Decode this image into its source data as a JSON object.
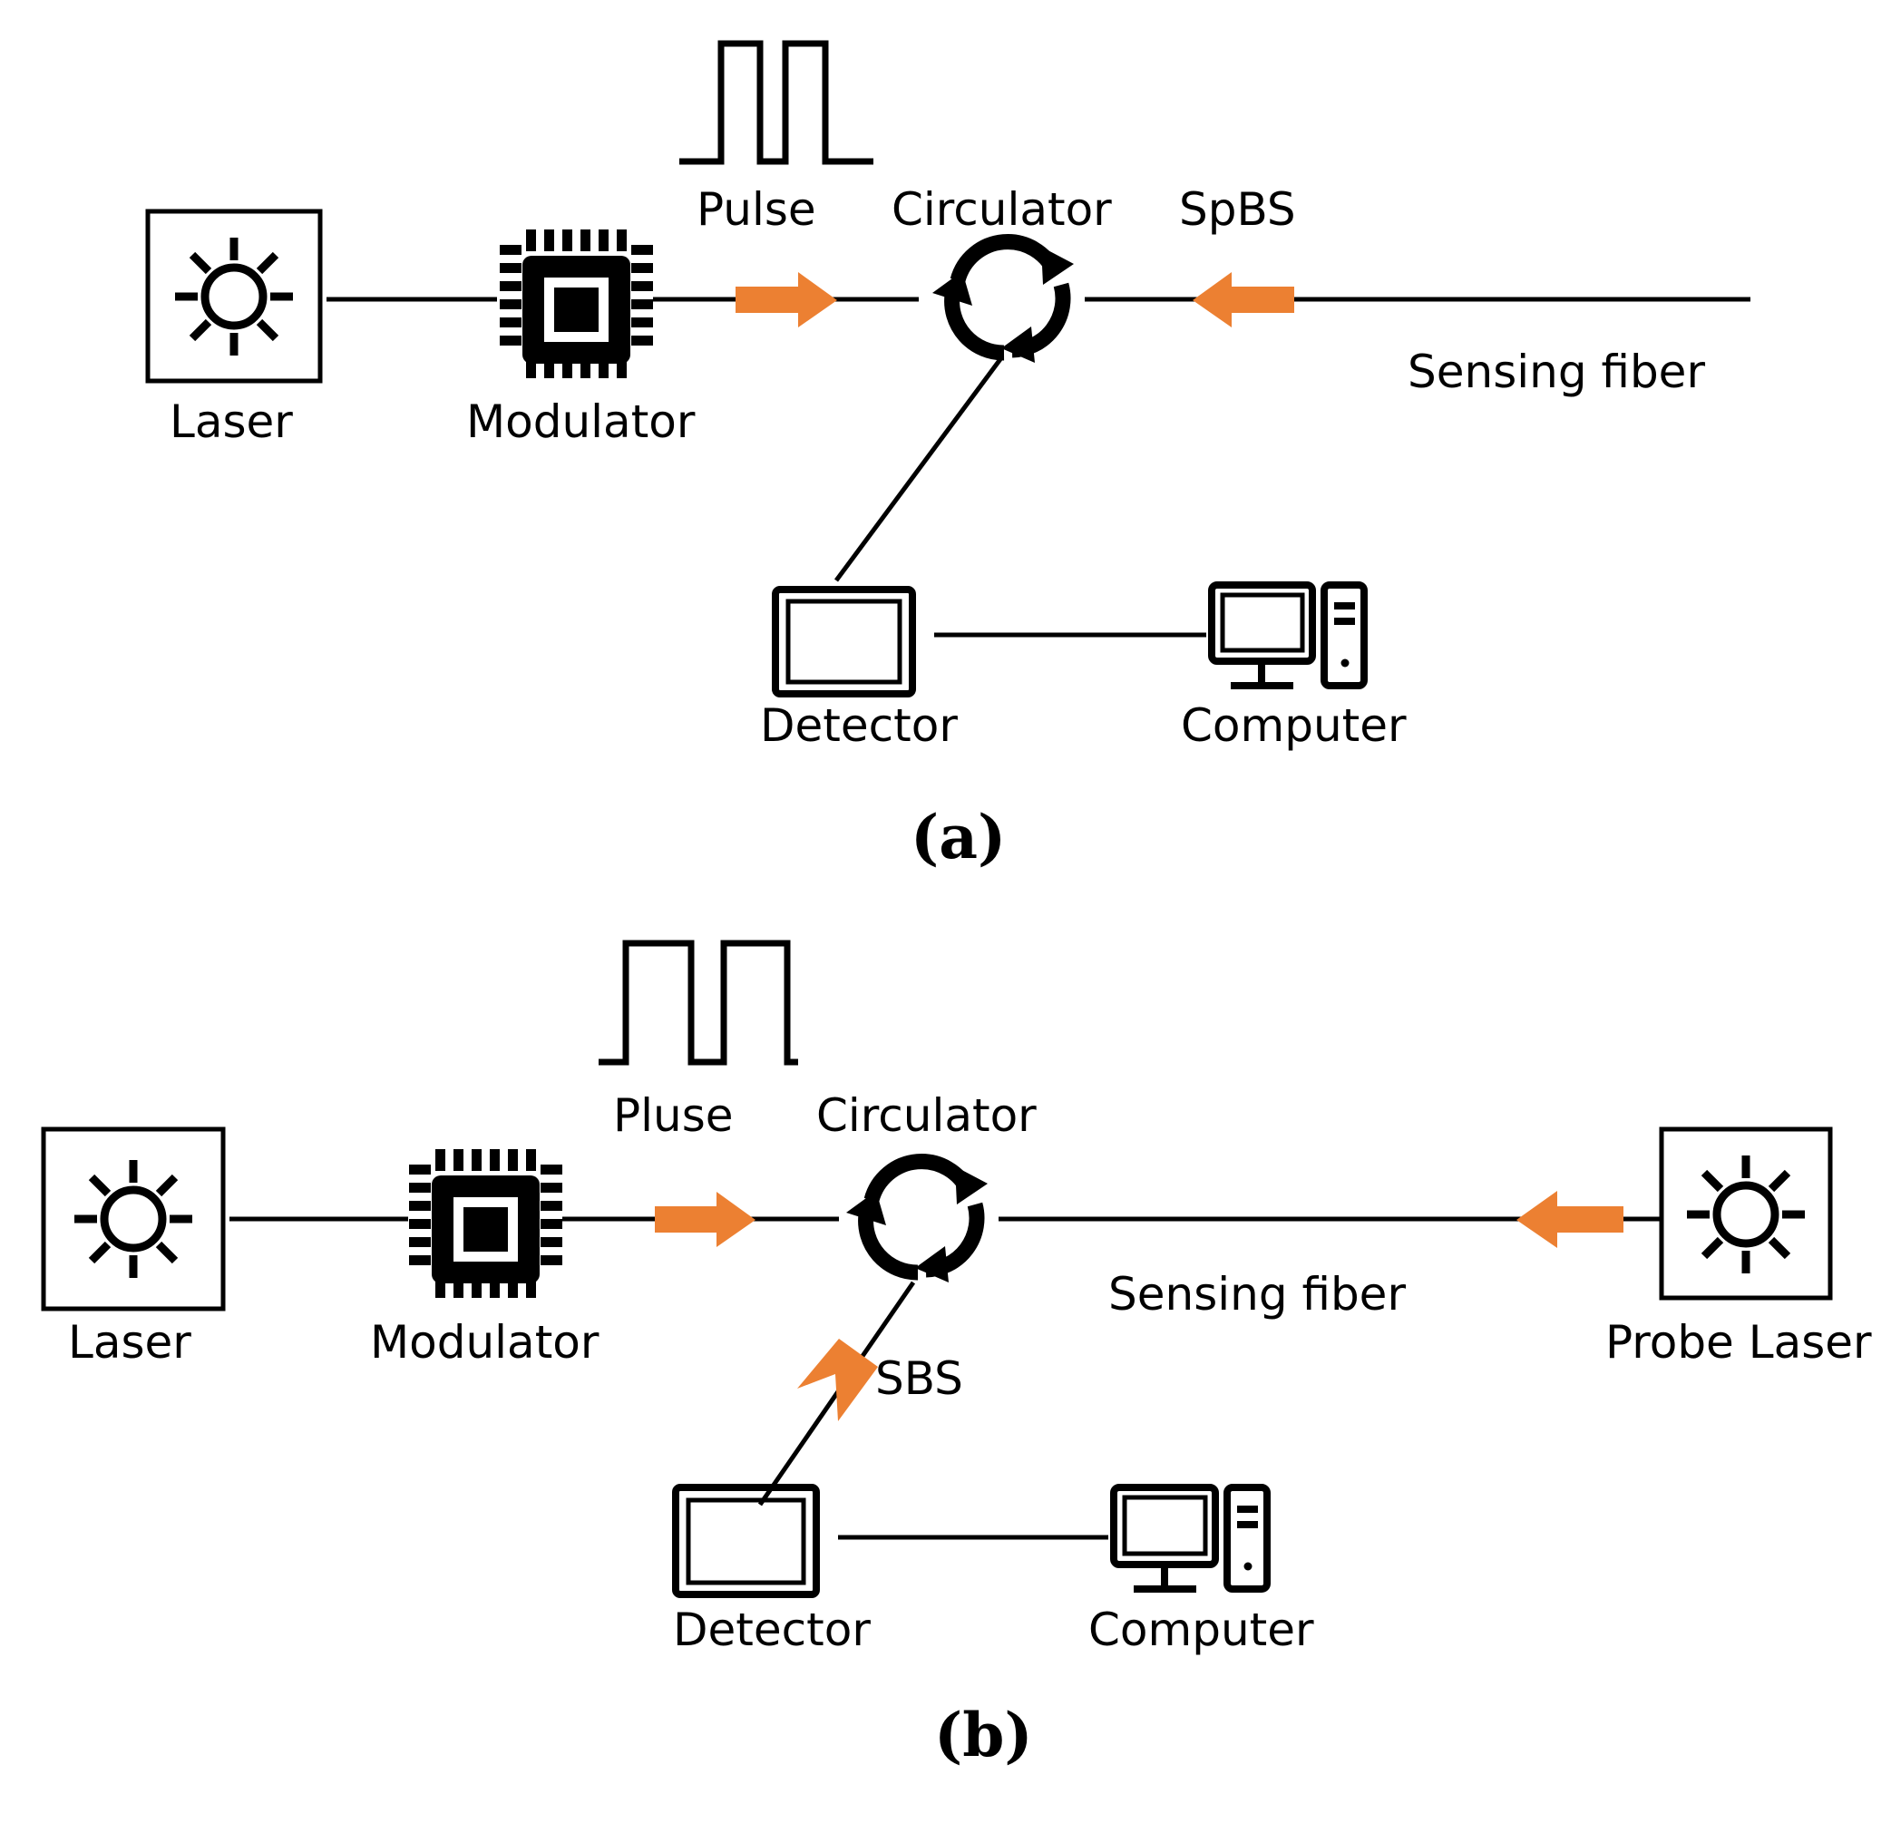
{
  "figure": {
    "type": "schematic-diagram",
    "description": "Two optical fiber sensing system schematics",
    "accent_color": "#EC8032",
    "line_color": "#000000",
    "background": "#FFFFFF"
  },
  "panels": [
    {
      "id": "a",
      "caption": "(a)",
      "system": "BOTDR (spontaneous Brillouin scattering) sensing setup",
      "labels": {
        "laser": "Laser",
        "modulator": "Modulator",
        "pulse": "Pulse",
        "circulator": "Circulator",
        "spbs": "SpBS",
        "sensing_fiber": "Sensing fiber",
        "detector": "Detector",
        "computer": "Computer"
      },
      "icons": {
        "laser": "sun-laser-icon",
        "modulator": "chip-icon",
        "pulse": "square-pulse-waveform-icon",
        "circulator": "circular-arrows-icon",
        "detector": "screen-icon",
        "computer": "desktop-computer-icon"
      },
      "arrows": [
        {
          "name": "pulse-arrow",
          "direction": "right",
          "color": "#EC8032"
        },
        {
          "name": "spbs-arrow",
          "direction": "left",
          "color": "#EC8032"
        }
      ]
    },
    {
      "id": "b",
      "caption": "(b)",
      "system": "BOTDA (stimulated Brillouin scattering) sensing setup",
      "labels": {
        "laser": "Laser",
        "modulator": "Modulator",
        "pulse": "Pluse",
        "circulator": "Circulator",
        "sbs": "SBS",
        "sensing_fiber": "Sensing fiber",
        "probe_laser": "Probe Laser",
        "detector": "Detector",
        "computer": "Computer"
      },
      "icons": {
        "laser": "sun-laser-icon",
        "modulator": "chip-icon",
        "pulse": "square-pulse-waveform-icon",
        "circulator": "circular-arrows-icon",
        "probe_laser": "sun-laser-icon",
        "detector": "screen-icon",
        "computer": "desktop-computer-icon"
      },
      "arrows": [
        {
          "name": "pulse-arrow",
          "direction": "right",
          "color": "#EC8032"
        },
        {
          "name": "probe-arrow",
          "direction": "left",
          "color": "#EC8032"
        },
        {
          "name": "sbs-arrow",
          "direction": "down-left",
          "color": "#EC8032"
        }
      ]
    }
  ]
}
